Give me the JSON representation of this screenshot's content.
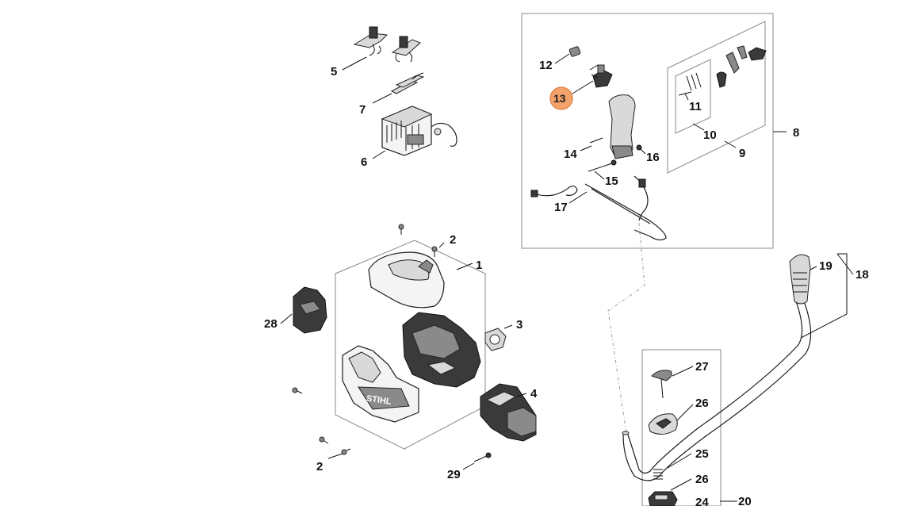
{
  "diagram": {
    "part_labels": [
      "1",
      "2",
      "3",
      "4",
      "5",
      "6",
      "7",
      "8",
      "9",
      "10",
      "11",
      "12",
      "13",
      "14",
      "15",
      "16",
      "17",
      "18",
      "19",
      "20",
      "24",
      "25",
      "26",
      "27",
      "28",
      "29"
    ],
    "highlighted_part": "13",
    "highlight_color": "#f4a16a",
    "highlight_stroke": "#e08a4e",
    "callouts": {
      "p1": "1",
      "p2a": "2",
      "p2b": "2",
      "p3": "3",
      "p4": "4",
      "p5": "5",
      "p6": "6",
      "p7": "7",
      "p8": "8",
      "p9": "9",
      "p10": "10",
      "p11": "11",
      "p12": "12",
      "p13": "13",
      "p14": "14",
      "p15": "15",
      "p16": "16",
      "p17": "17",
      "p18": "18",
      "p19": "19",
      "p20": "20",
      "p24": "24",
      "p25": "25",
      "p26a": "26",
      "p26b": "26",
      "p27": "27",
      "p28": "28",
      "p29": "29"
    },
    "brand_mark": "STIHL"
  }
}
